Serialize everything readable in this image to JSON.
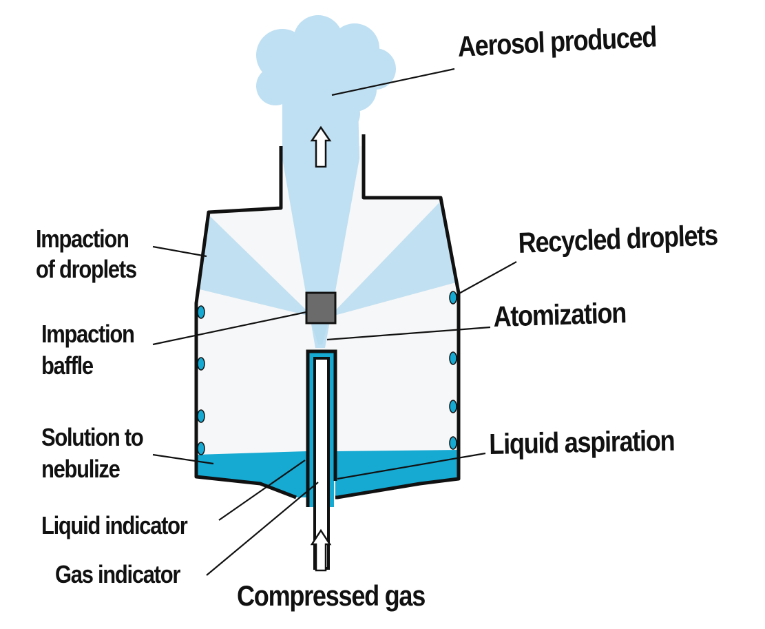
{
  "labels": {
    "aerosol": "Aerosol produced",
    "impaction_droplets_1": "Impaction",
    "impaction_droplets_2": "of droplets",
    "recycled": "Recycled droplets",
    "atomization": "Atomization",
    "baffle_1": "Impaction",
    "baffle_2": "baffle",
    "solution_1": "Solution to",
    "solution_2": "nebulize",
    "aspiration": "Liquid aspiration",
    "liquid_indicator": "Liquid indicator",
    "gas_indicator": "Gas indicator",
    "compressed_gas": "Compressed gas"
  },
  "colors": {
    "outline": "#111111",
    "liquid": "#16a9d2",
    "spray": "#b7dcf0",
    "aerosol_cloud": "#bfe0f2",
    "baffle": "#6b6b6b",
    "background": "#ffffff"
  }
}
